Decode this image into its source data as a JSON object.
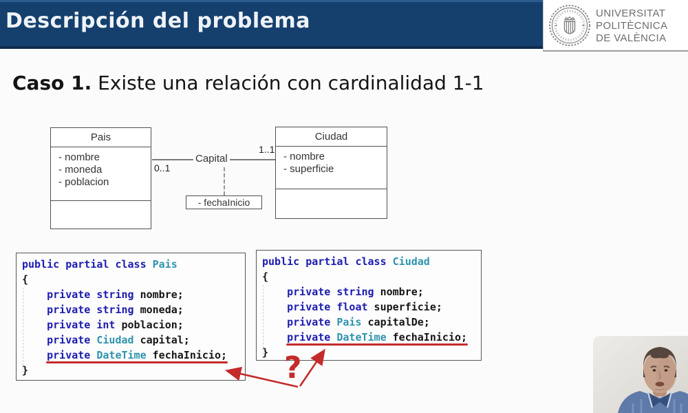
{
  "colors": {
    "header_blue": "#15406E",
    "header_blue_dark": "#0E2D4E",
    "annotation_red": "#C42B2B",
    "code_keyword_blue": "#1B1BB0",
    "code_type_teal": "#2E93AE",
    "code_plain": "#161616"
  },
  "header": {
    "title": "Descripción del problema",
    "university": {
      "line1": "UNIVERSITAT",
      "line2": "POLITÈCNICA",
      "line3": "DE VALÈNCIA"
    }
  },
  "slide": {
    "heading_bold": "Caso 1.",
    "heading_rest": " Existe una relación con cardinalidad 1-1"
  },
  "uml": {
    "pais": {
      "title": "Pais",
      "attributes": [
        "- nombre",
        "- moneda",
        "- poblacion"
      ]
    },
    "ciudad": {
      "title": "Ciudad",
      "attributes": [
        "- nombre",
        "- superficie"
      ]
    },
    "association": {
      "label": "Capital",
      "multiplicity_pais": "0..1",
      "multiplicity_ciudad": "1..1"
    },
    "association_class": {
      "attribute": "- fechaInicio"
    }
  },
  "code_left": {
    "lines": [
      {
        "tokens": [
          {
            "t": "public partial class ",
            "c": "kw"
          },
          {
            "t": "Pais",
            "c": "type"
          }
        ]
      },
      {
        "tokens": [
          {
            "t": "{",
            "c": "pl"
          }
        ]
      },
      {
        "tokens": [
          {
            "t": "    ",
            "c": "pl"
          },
          {
            "t": "private string",
            "c": "kw"
          },
          {
            "t": " nombre;",
            "c": "pl"
          }
        ]
      },
      {
        "tokens": [
          {
            "t": "    ",
            "c": "pl"
          },
          {
            "t": "private string",
            "c": "kw"
          },
          {
            "t": " moneda;",
            "c": "pl"
          }
        ]
      },
      {
        "tokens": [
          {
            "t": "    ",
            "c": "pl"
          },
          {
            "t": "private int",
            "c": "kw"
          },
          {
            "t": " poblacion;",
            "c": "pl"
          }
        ]
      },
      {
        "tokens": [
          {
            "t": "    ",
            "c": "pl"
          },
          {
            "t": "private ",
            "c": "kw"
          },
          {
            "t": "Ciudad",
            "c": "type"
          },
          {
            "t": " capital;",
            "c": "pl"
          }
        ]
      },
      {
        "tokens": [
          {
            "t": "    ",
            "c": "pl"
          },
          {
            "t": "private ",
            "c": "kw"
          },
          {
            "t": "DateTime",
            "c": "type"
          },
          {
            "t": " fechaInicio;",
            "c": "pl"
          }
        ],
        "underline": true
      },
      {
        "tokens": [
          {
            "t": "}",
            "c": "pl"
          }
        ]
      }
    ]
  },
  "code_right": {
    "lines": [
      {
        "tokens": [
          {
            "t": "public partial class ",
            "c": "kw"
          },
          {
            "t": "Ciudad",
            "c": "type"
          }
        ]
      },
      {
        "tokens": [
          {
            "t": "{",
            "c": "pl"
          }
        ]
      },
      {
        "tokens": [
          {
            "t": "    ",
            "c": "pl"
          },
          {
            "t": "private string",
            "c": "kw"
          },
          {
            "t": " nombre;",
            "c": "pl"
          }
        ]
      },
      {
        "tokens": [
          {
            "t": "    ",
            "c": "pl"
          },
          {
            "t": "private float",
            "c": "kw"
          },
          {
            "t": " superficie;",
            "c": "pl"
          }
        ]
      },
      {
        "tokens": [
          {
            "t": "    ",
            "c": "pl"
          },
          {
            "t": "private ",
            "c": "kw"
          },
          {
            "t": "Pais",
            "c": "type"
          },
          {
            "t": " capitalDe;",
            "c": "pl"
          }
        ]
      },
      {
        "tokens": [
          {
            "t": "    ",
            "c": "pl"
          },
          {
            "t": "private ",
            "c": "kw"
          },
          {
            "t": "DateTime",
            "c": "type"
          },
          {
            "t": " fechaInicio;",
            "c": "pl"
          }
        ],
        "underline": true
      },
      {
        "tokens": [
          {
            "t": "}",
            "c": "pl"
          }
        ]
      }
    ]
  },
  "annotation": {
    "question_mark": "?"
  }
}
